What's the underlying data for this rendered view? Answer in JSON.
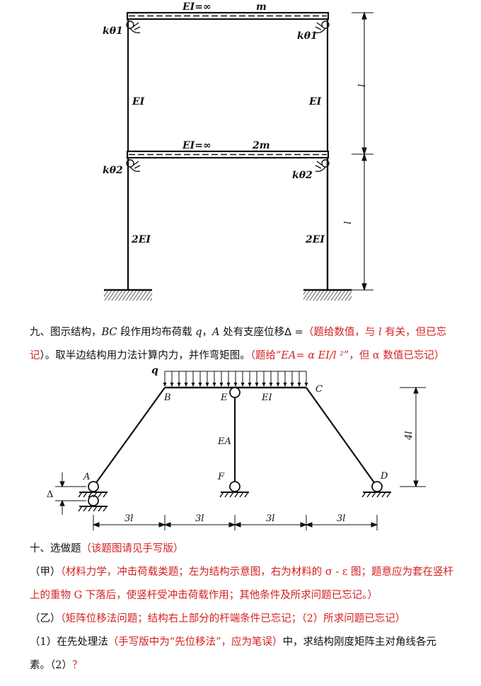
{
  "figure1": {
    "top_beam_ei": "EI=∞",
    "top_beam_mass": "m",
    "mid_beam_ei": "EI=∞",
    "mid_beam_mass": "2m",
    "spring_upper_left": "kθ1",
    "spring_upper_right": "kθ1",
    "spring_lower_left": "kθ2",
    "spring_lower_right": "kθ2",
    "upper_col_left": "EI",
    "upper_col_right": "EI",
    "lower_col_left": "2EI",
    "lower_col_right": "2EI",
    "dim_upper": "l",
    "dim_lower": "l"
  },
  "q9": {
    "prefix": "九、图示结构，",
    "bc": "BC",
    "t1": " 段作用均布荷载 ",
    "q": "q",
    "t2": "，",
    "a": "A",
    "t3": " 处有支座位移",
    "delta": "Δ =",
    "red1a": "（题给数值，与 ",
    "red1l": "l",
    "red1b": " 有关，但已忘",
    "red1c": "记",
    "t4": "）。取半边结构用力法计算内力，并作弯矩图。",
    "red2a": "（题给“",
    "red2b": "EA= α EI/l ²",
    "red2c": "”，但 α 数值已忘记）"
  },
  "figure2": {
    "q": "q",
    "b": "B",
    "e": "E",
    "c": "C",
    "ei": "EI",
    "ea": "EA",
    "a": "A",
    "f": "F",
    "d": "D",
    "delta": "Δ",
    "h": "4l",
    "spans": [
      "3l",
      "3l",
      "3l",
      "3l"
    ]
  },
  "q10": {
    "title_black": "十、选做题",
    "title_red": "（该题图请见手写版）",
    "jia_label": "（甲）",
    "jia_red": "（材料力学，冲击荷载类题；左为结构示意图，右为材料的 σ - ε 图；题意应为套在竖杆上的重物 G 下落后，使竖杆受冲击荷载作用；其他条件及所求问题已忘记。）",
    "yi_label": "（乙）",
    "yi_red": "（矩阵位移法问题；结构右上部分的杆端条件已忘记；（2）所求问题已忘记）",
    "p1_a": "（1）在先处理法",
    "p1_red": "（手写版中为“先位移法”，应为笔误）",
    "p1_b": "中，求结构刚度矩阵主对角线各元素。（2）",
    "p1_q": "？"
  }
}
